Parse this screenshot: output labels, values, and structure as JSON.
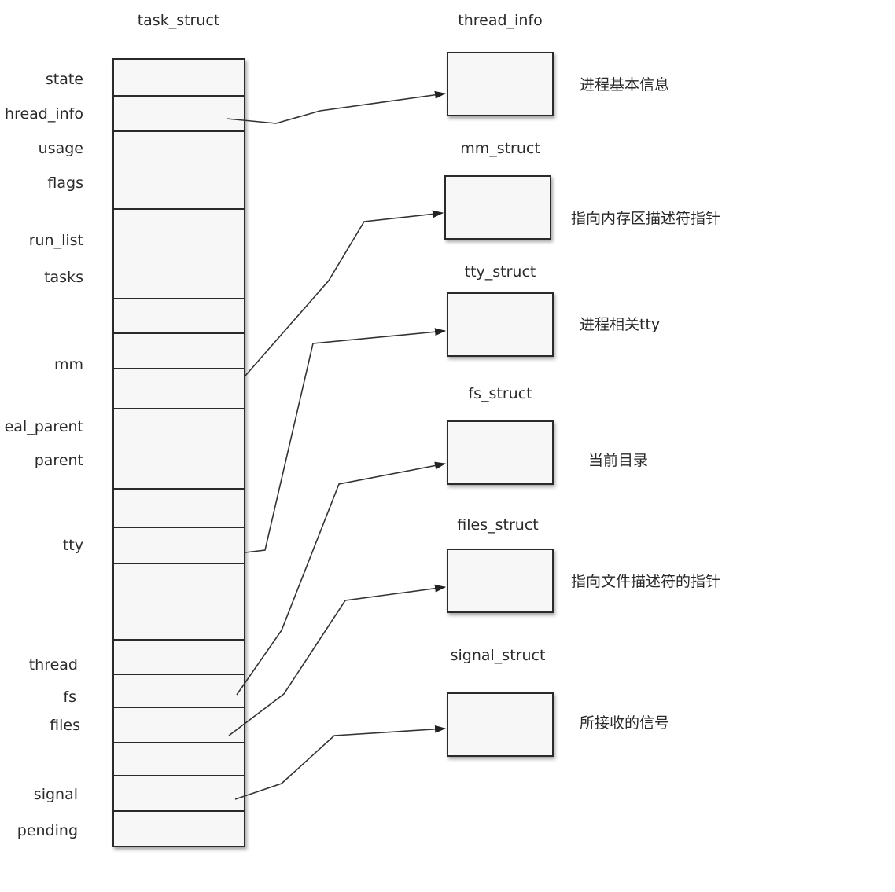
{
  "task_struct": {
    "title": "task_struct",
    "fields": [
      "state",
      "hread_info",
      "usage",
      "flags",
      "run_list",
      "tasks",
      "mm",
      "eal_parent",
      "parent",
      "tty",
      "thread",
      "fs",
      "files",
      "signal",
      "pending"
    ]
  },
  "targets": [
    {
      "title": "thread_info",
      "desc": "进程基本信息"
    },
    {
      "title": "mm_struct",
      "desc": "指向内存区描述符指针"
    },
    {
      "title": "tty_struct",
      "desc": "进程相关tty"
    },
    {
      "title": "fs_struct",
      "desc": "当前目录"
    },
    {
      "title": "files_struct",
      "desc": "指向文件描述符的指针"
    },
    {
      "title": "signal_struct",
      "desc": "所接收的信号"
    }
  ]
}
